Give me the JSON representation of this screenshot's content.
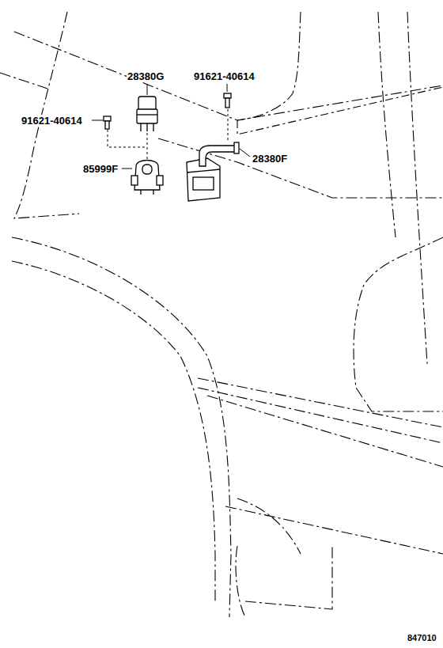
{
  "diagram": {
    "labels": [
      "28380G",
      "91621-40614",
      "91621-40614",
      "85999F",
      "28380F",
      "847010"
    ]
  }
}
